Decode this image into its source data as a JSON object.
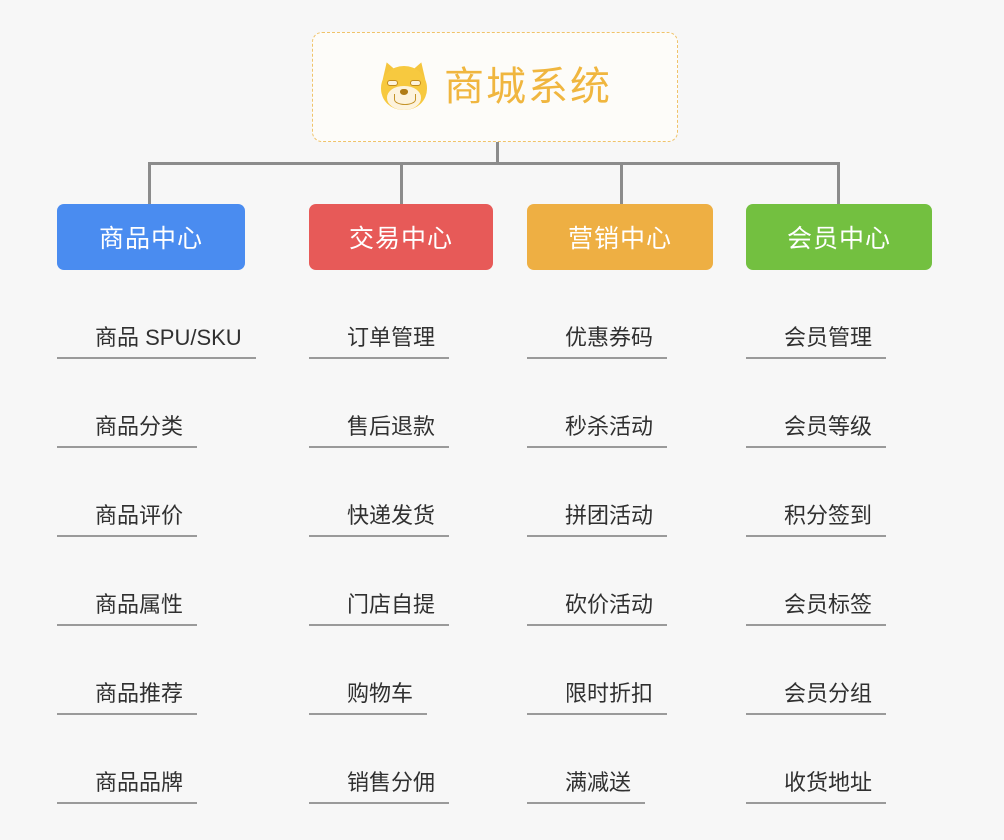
{
  "root": {
    "title": "商城系统",
    "icon": "shiba-inu-dog-face-emoji",
    "border_color": "#f0c36a",
    "text_color": "#f0b63f",
    "background": "#fdfcf9"
  },
  "canvas": {
    "background": "#f7f7f7",
    "connector_color": "#8c8c8c"
  },
  "categories": [
    {
      "label": "商品中心",
      "color": "#4a8cf0",
      "items": [
        "商品 SPU/SKU",
        "商品分类",
        "商品评价",
        "商品属性",
        "商品推荐",
        "商品品牌"
      ]
    },
    {
      "label": "交易中心",
      "color": "#e75a58",
      "items": [
        "订单管理",
        "售后退款",
        "快递发货",
        "门店自提",
        "购物车",
        "销售分佣"
      ]
    },
    {
      "label": "营销中心",
      "color": "#eeaf43",
      "items": [
        "优惠券码",
        "秒杀活动",
        "拼团活动",
        "砍价活动",
        "限时折扣",
        "满减送"
      ]
    },
    {
      "label": "会员中心",
      "color": "#73c040",
      "items": [
        "会员管理",
        "会员等级",
        "积分签到",
        "会员标签",
        "会员分组",
        "收货地址"
      ]
    }
  ]
}
